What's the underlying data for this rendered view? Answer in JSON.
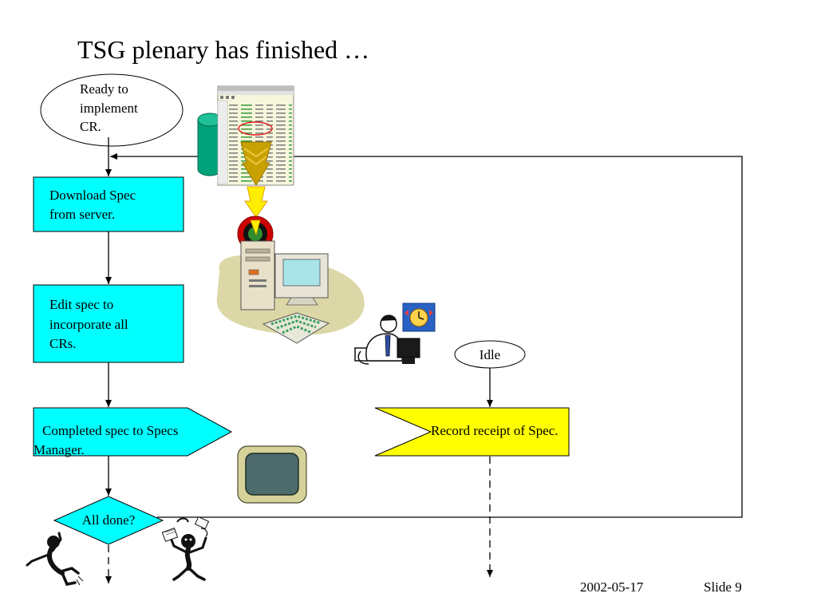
{
  "slide": {
    "title": "TSG plenary has finished …",
    "date": "2002-05-17",
    "slide_number": "Slide 9"
  },
  "flowchart": {
    "start": {
      "lines": [
        "Ready to",
        "implement",
        "CR."
      ]
    },
    "download": {
      "lines": [
        "Download Spec",
        "from server."
      ]
    },
    "edit": {
      "lines": [
        "Edit spec to",
        "incorporate all",
        "CRs."
      ]
    },
    "submit": {
      "lines": [
        "Completed spec to Specs",
        "Manager."
      ]
    },
    "decision": {
      "label": "All done?"
    },
    "idle": {
      "label": "Idle"
    },
    "record": {
      "label": "Record receipt of Spec."
    }
  },
  "colors": {
    "process_fill": "#00FFFF",
    "record_fill": "#FFFF00",
    "terminator_fill": "#FFFFFF",
    "line": "#000000"
  },
  "icons": {
    "database": "database-icon",
    "server_listing": "file-listing-window-icon",
    "download_arrow": "download-arrow-icon",
    "computer": "desktop-computer-icon",
    "office_worker": "office-worker-icon",
    "clock": "clock-icon",
    "monitor": "tv-monitor-icon",
    "frustrated_figure": "frustrated-stick-figure-icon",
    "juggling_figure": "juggling-stick-figure-icon"
  }
}
